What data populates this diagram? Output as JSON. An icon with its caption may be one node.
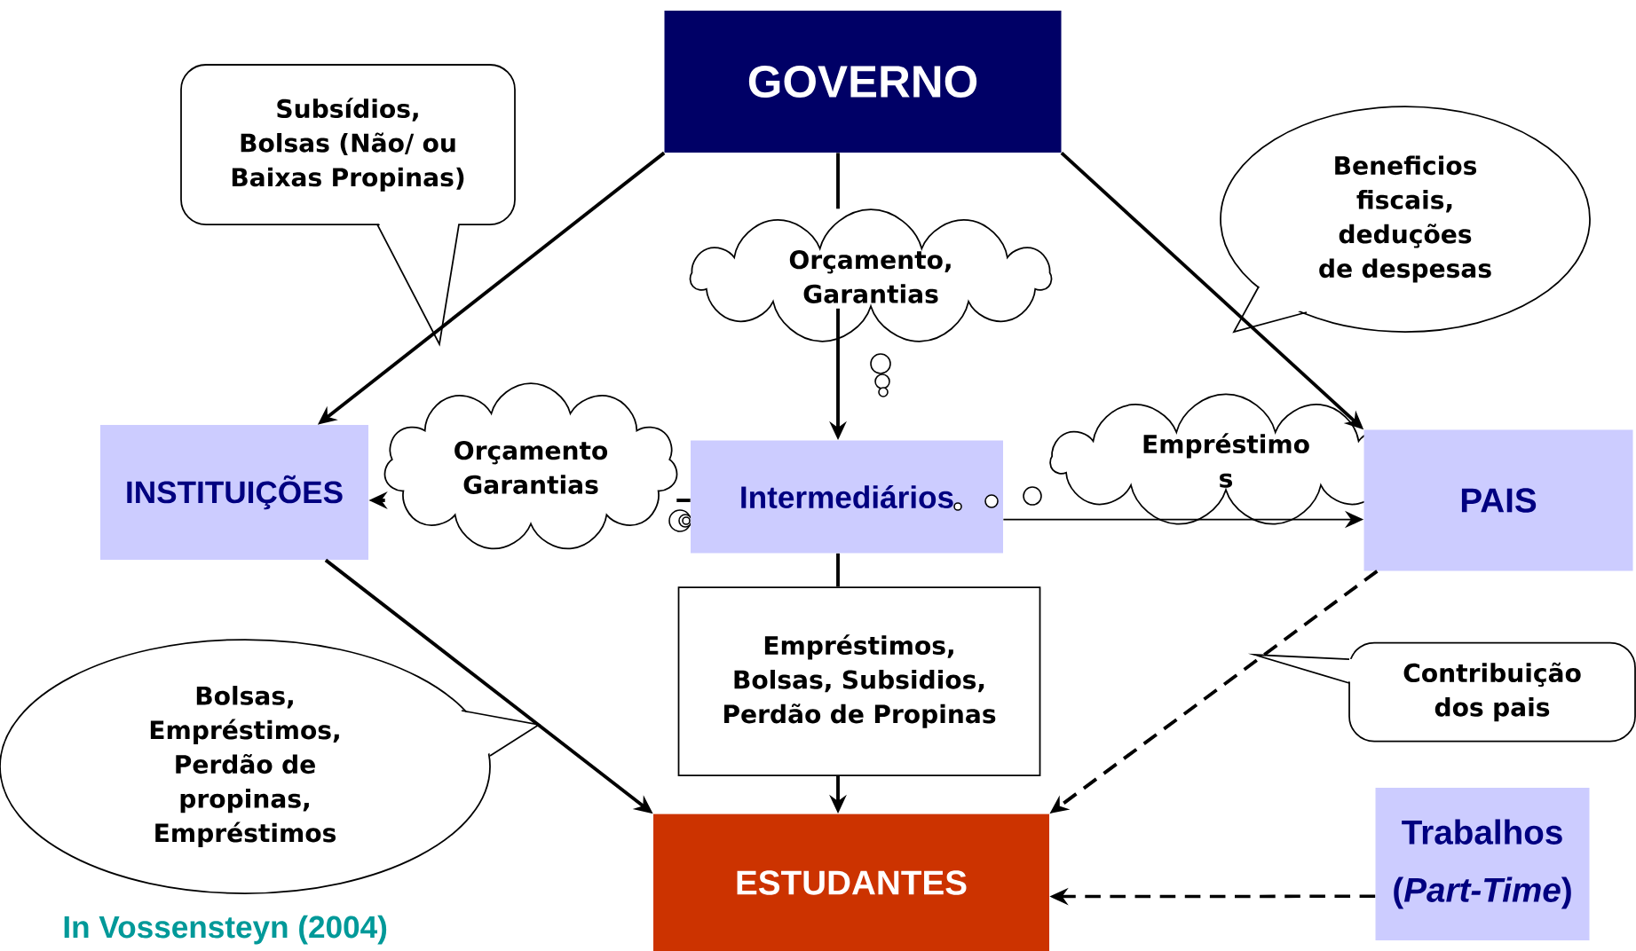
{
  "diagram": {
    "nodes": [
      {
        "text": [
          "GOVERNO"
        ]
      },
      {
        "text": [
          "Subsídios, Bolsas (Não/ ou Baixas Propinas)"
        ]
      },
      {
        "text": [
          "Orçamento, Garantias"
        ]
      },
      {
        "text": [
          "Beneficios fiscais, deduções de despesas"
        ]
      },
      {
        "text": [
          "INSTITUIÇÕES"
        ]
      },
      {
        "text": [
          "Orçamento Garantias"
        ]
      },
      {
        "text": [
          "Intermediários"
        ]
      },
      {
        "text": [
          "Empréstimo s"
        ]
      },
      {
        "text": [
          "PAIS"
        ]
      },
      {
        "text": [
          "Empréstimos, Bolsas, Subsidios, Perdão de Propinas"
        ]
      },
      {
        "text": [
          "Bolsas, Empréstimos, Perdão de propinas, Empréstimos"
        ]
      },
      {
        "text": [
          "Contribuição dos pais"
        ]
      },
      {
        "text": [
          "ESTUDANTES"
        ]
      },
      {
        "text": [
          "Trabalhos (*Part-Time*)"
        ]
      }
    ],
    "edges": [
      {
        "from": 0,
        "to": 4,
        "arrow": "to"
      },
      {
        "from": 0,
        "to": 2,
        "arrow": "none"
      },
      {
        "from": 2,
        "to": 6,
        "arrow": "to"
      },
      {
        "from": 0,
        "to": 8,
        "arrow": "to"
      },
      {
        "from": 6,
        "to": 5,
        "arrow": "none"
      },
      {
        "from": 5,
        "to": 4,
        "arrow": "to"
      },
      {
        "from": 6,
        "to": 8,
        "arrow": "to"
      },
      {
        "from": 6,
        "to": 9,
        "arrow": "none"
      },
      {
        "from": 9,
        "to": 12,
        "arrow": "to"
      },
      {
        "from": 4,
        "to": 12,
        "arrow": "to"
      },
      {
        "from": 8,
        "to": 12,
        "arrow": "to",
        "style": "dashed"
      },
      {
        "from": 13,
        "to": 12,
        "arrow": "to",
        "style": "dashed"
      }
    ],
    "labels": [
      "In Vossensteyn (2004)"
    ]
  }
}
